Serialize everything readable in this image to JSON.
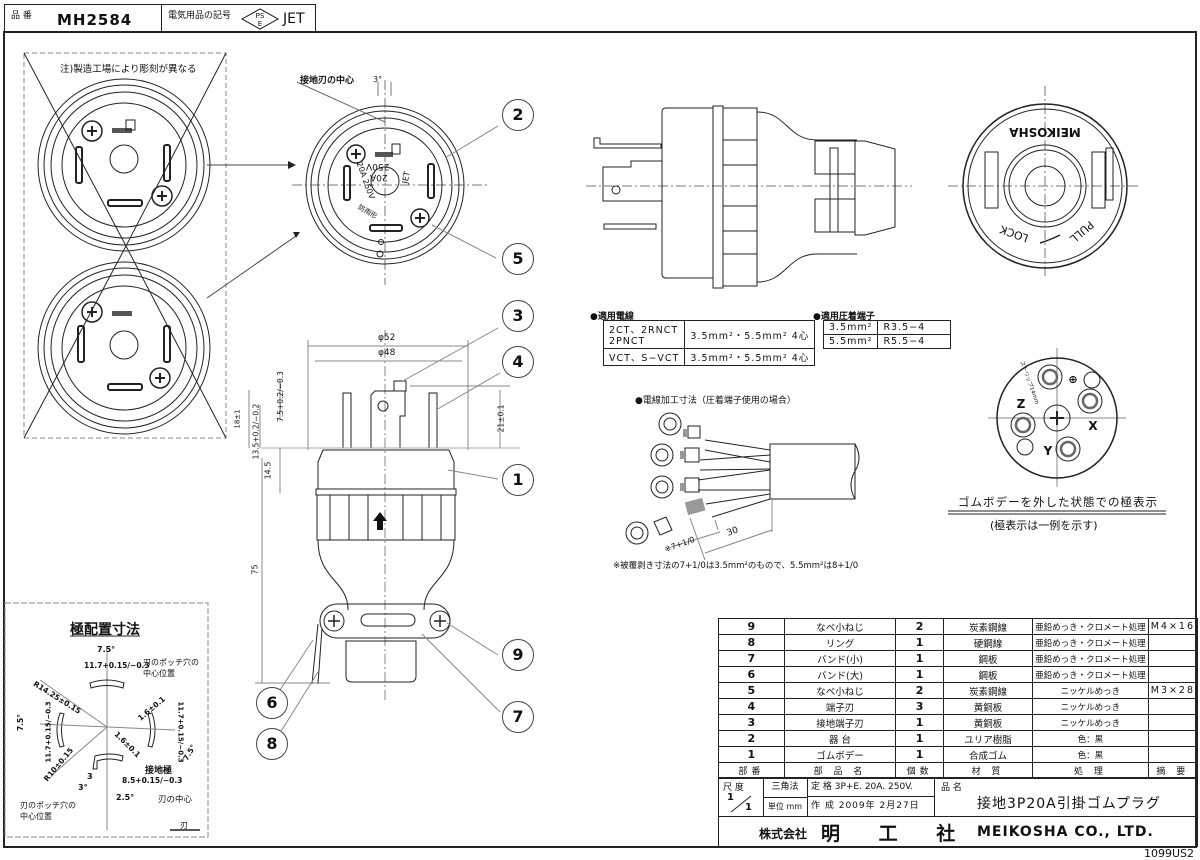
{
  "header": {
    "part_no_label": "品 番",
    "part_no": "MH2584",
    "mark_label": "電気用品の記号",
    "pse_mark": "PSE",
    "pse_top": "PS",
    "pse_bottom": "E",
    "jet_mark": "JET"
  },
  "views": {
    "note_engraving": "注)製造工場により彫刻が異なる",
    "face_text_rating": "20A 250V",
    "face_text_center_a": "20A",
    "face_text_center_b": "250V",
    "face_text_rain": "防雨形",
    "face_text_jet": "JET",
    "ground_center_label": "接地刃の中心",
    "ground_angle": "3°",
    "rear_brand": "MEIKOSHA",
    "rear_lock": "LOCK",
    "rear_pull": "PULL",
    "dim_phi52": "φ52",
    "dim_phi48": "φ48",
    "dim_18": "18±1",
    "dim_13_5": "13.5+0.2/−0.2",
    "dim_7_5": "7.5+0.2/−0.3",
    "dim_21": "21±0.1",
    "dim_14_5": "14.5",
    "dim_75": "75",
    "callouts": [
      "1",
      "2",
      "3",
      "4",
      "5",
      "6",
      "7",
      "8",
      "9"
    ]
  },
  "wire_spec": {
    "title": "●適用電線",
    "rows": [
      {
        "type": "2CT、2RNCT",
        "type2": "2PNCT",
        "size": "3.5mm²・5.5mm² 4心"
      },
      {
        "type": "VCT、S−VCT",
        "type2": "",
        "size": "3.5mm²・5.5mm² 4心"
      }
    ]
  },
  "terminal_spec": {
    "title": "●適用圧着端子",
    "rows": [
      {
        "size": "3.5mm²",
        "terminal": "R3.5−4"
      },
      {
        "size": "5.5mm²",
        "terminal": "R5.5−4"
      }
    ]
  },
  "wire_processing": {
    "title": "●電線加工寸法（圧着端子使用の場合）",
    "dim_strip": "※7+1/0",
    "dim_30": "30",
    "footnote": "※被覆剥き寸法の7+1/0は3.5mm²のもので、5.5mm²は8+1/0"
  },
  "pole_display": {
    "labels": [
      "⊕",
      "X",
      "Y",
      "Z"
    ],
    "strip_label": "ストリップ14mm",
    "caption": "ゴムボデーを外した状態での極表示",
    "subcaption": "(極表示は一例を示す)"
  },
  "pole_layout": {
    "title": "極配置寸法",
    "dims": {
      "angle_top": "7.5°",
      "width_top": "11.7+0.15/−0.3",
      "radius_outer": "R14.25±0.15",
      "radius_inner": "R10±0.15",
      "thick_right": "1.6±0.1",
      "thick_bottom": "1.6±0.1",
      "angle_left": "7.5°",
      "width_left": "11.7+0.15/−0.3",
      "width_right": "11.7+0.15/−0.3",
      "angle_right": "7.5°",
      "ground_3a": "3",
      "ground_3b": "3°",
      "ground_8_5": "8.5+0.15/−0.3",
      "ground_2_5": "2.5°"
    },
    "labels": {
      "hole_center_top": "刃のポッチ穴の中心位置",
      "hole_center_bottom": "刃のポッチ穴の中心位置",
      "ground_pole": "接地極",
      "blade_center": "刃の中心",
      "blade": "刃"
    }
  },
  "parts_table": {
    "rows": [
      {
        "no": "9",
        "name": "なべ小ねじ",
        "qty": "2",
        "material": "炭素鋼線",
        "treatment": "亜鉛めっき・クロメート処理",
        "remark": "M4×16"
      },
      {
        "no": "8",
        "name": "リング",
        "qty": "1",
        "material": "硬鋼線",
        "treatment": "亜鉛めっき・クロメート処理",
        "remark": ""
      },
      {
        "no": "7",
        "name": "バンド(小)",
        "qty": "1",
        "material": "鋼板",
        "treatment": "亜鉛めっき・クロメート処理",
        "remark": ""
      },
      {
        "no": "6",
        "name": "バンド(大)",
        "qty": "1",
        "material": "鋼板",
        "treatment": "亜鉛めっき・クロメート処理",
        "remark": ""
      },
      {
        "no": "5",
        "name": "なべ小ねじ",
        "qty": "2",
        "material": "炭素鋼線",
        "treatment": "ニッケルめっき",
        "remark": "M3×28"
      },
      {
        "no": "4",
        "name": "端子刃",
        "qty": "3",
        "material": "黄銅板",
        "treatment": "ニッケルめっき",
        "remark": ""
      },
      {
        "no": "3",
        "name": "接地端子刃",
        "qty": "1",
        "material": "黄銅板",
        "treatment": "ニッケルめっき",
        "remark": ""
      },
      {
        "no": "2",
        "name": "器 台",
        "qty": "1",
        "material": "ユリア樹脂",
        "treatment": "色：黒",
        "remark": ""
      },
      {
        "no": "1",
        "name": "ゴムボデー",
        "qty": "1",
        "material": "合成ゴム",
        "treatment": "色：黒",
        "remark": ""
      }
    ],
    "headers": {
      "no": "部番",
      "name": "部 品 名",
      "qty": "個数",
      "material": "材 質",
      "treatment": "処 理",
      "remark": "摘 要"
    }
  },
  "title_block": {
    "scale_label": "尺 度",
    "scale_num": "1",
    "scale_den": "1",
    "projection": "三角法",
    "unit": "単位 mm",
    "rating": "定 格 3P+E. 20A. 250V.",
    "created": "作 成 2009年 2月27日",
    "product_label": "品 名",
    "product_name": "接地3P20A引掛ゴムプラグ",
    "company_prefix": "株式会社",
    "company_jp": "明 工 社",
    "company_en": "MEIKOSHA CO., LTD.",
    "drawing_code": "1099US2"
  }
}
